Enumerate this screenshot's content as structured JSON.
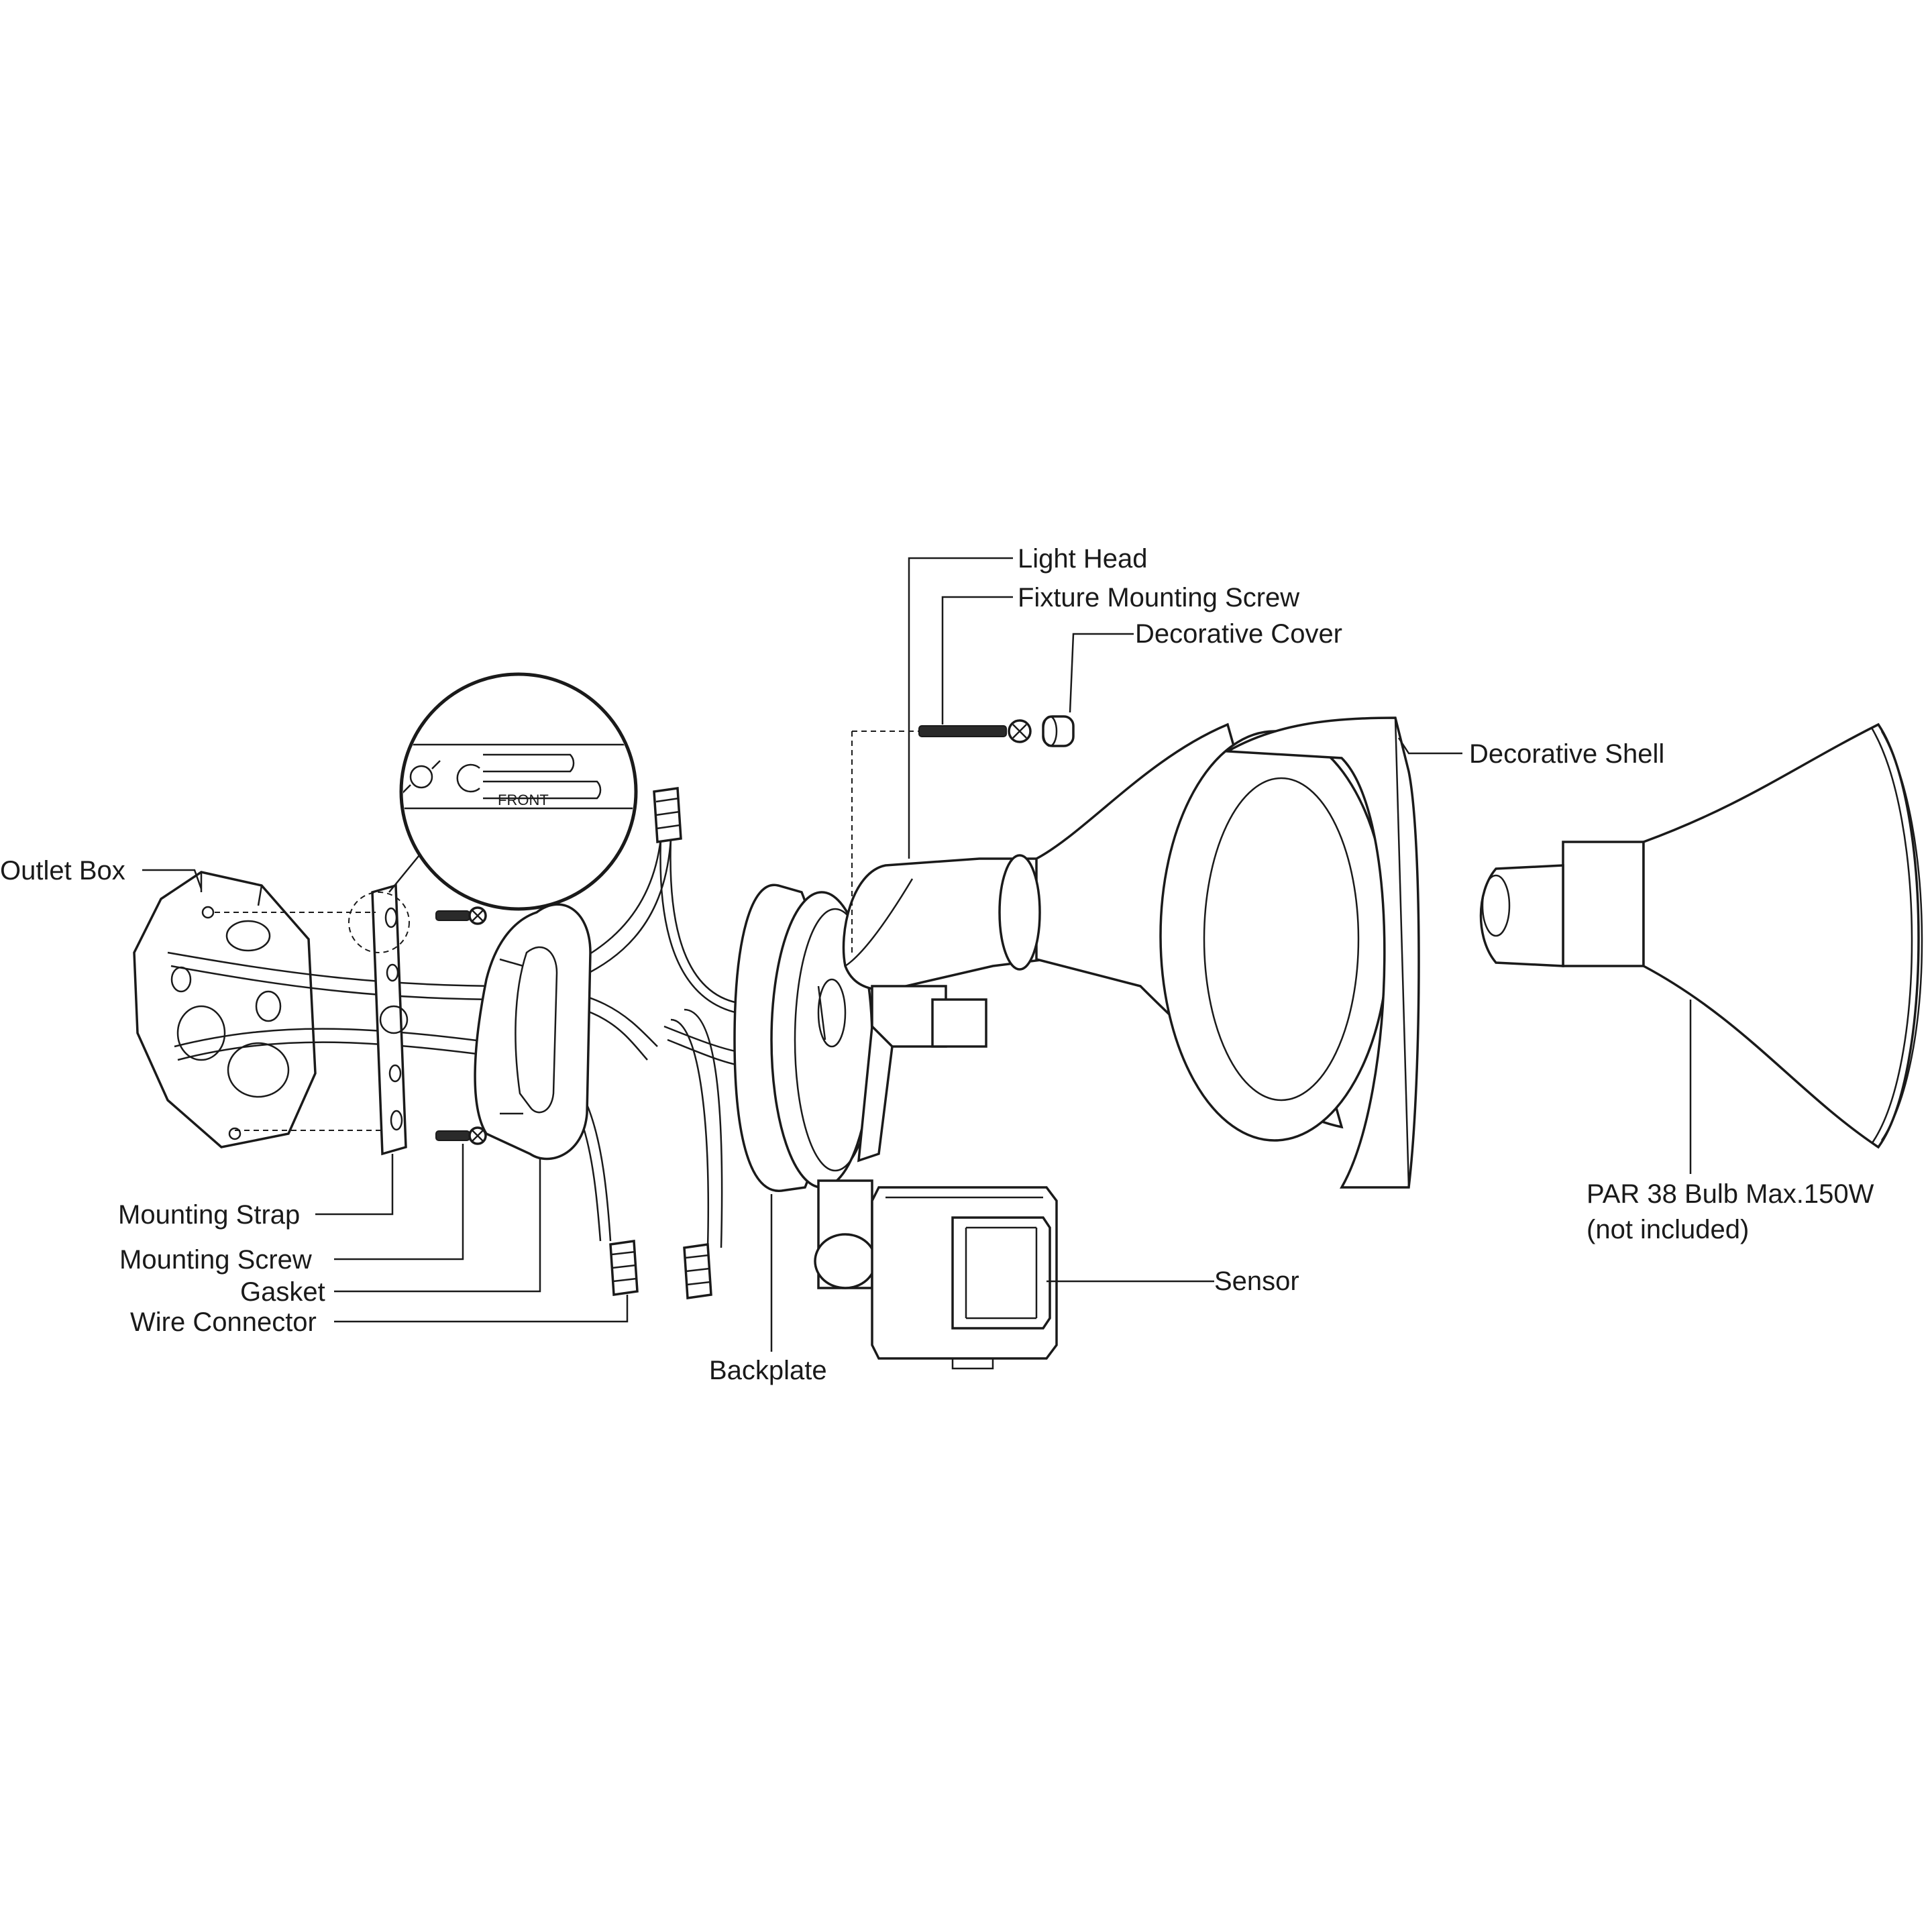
{
  "labels": {
    "light_head": "Light Head",
    "fixture_mounting_screw": "Fixture Mounting Screw",
    "decorative_cover": "Decorative Cover",
    "decorative_shell": "Decorative Shell",
    "outlet_box": "Outlet Box",
    "mounting_strap": "Mounting Strap",
    "mounting_screw": "Mounting Screw",
    "gasket": "Gasket",
    "wire_connector": "Wire Connector",
    "backplate": "Backplate",
    "sensor": "Sensor",
    "bulb_line1": "PAR 38 Bulb Max.150W",
    "bulb_line2": "(not included)",
    "detail_front": "FRONT"
  }
}
